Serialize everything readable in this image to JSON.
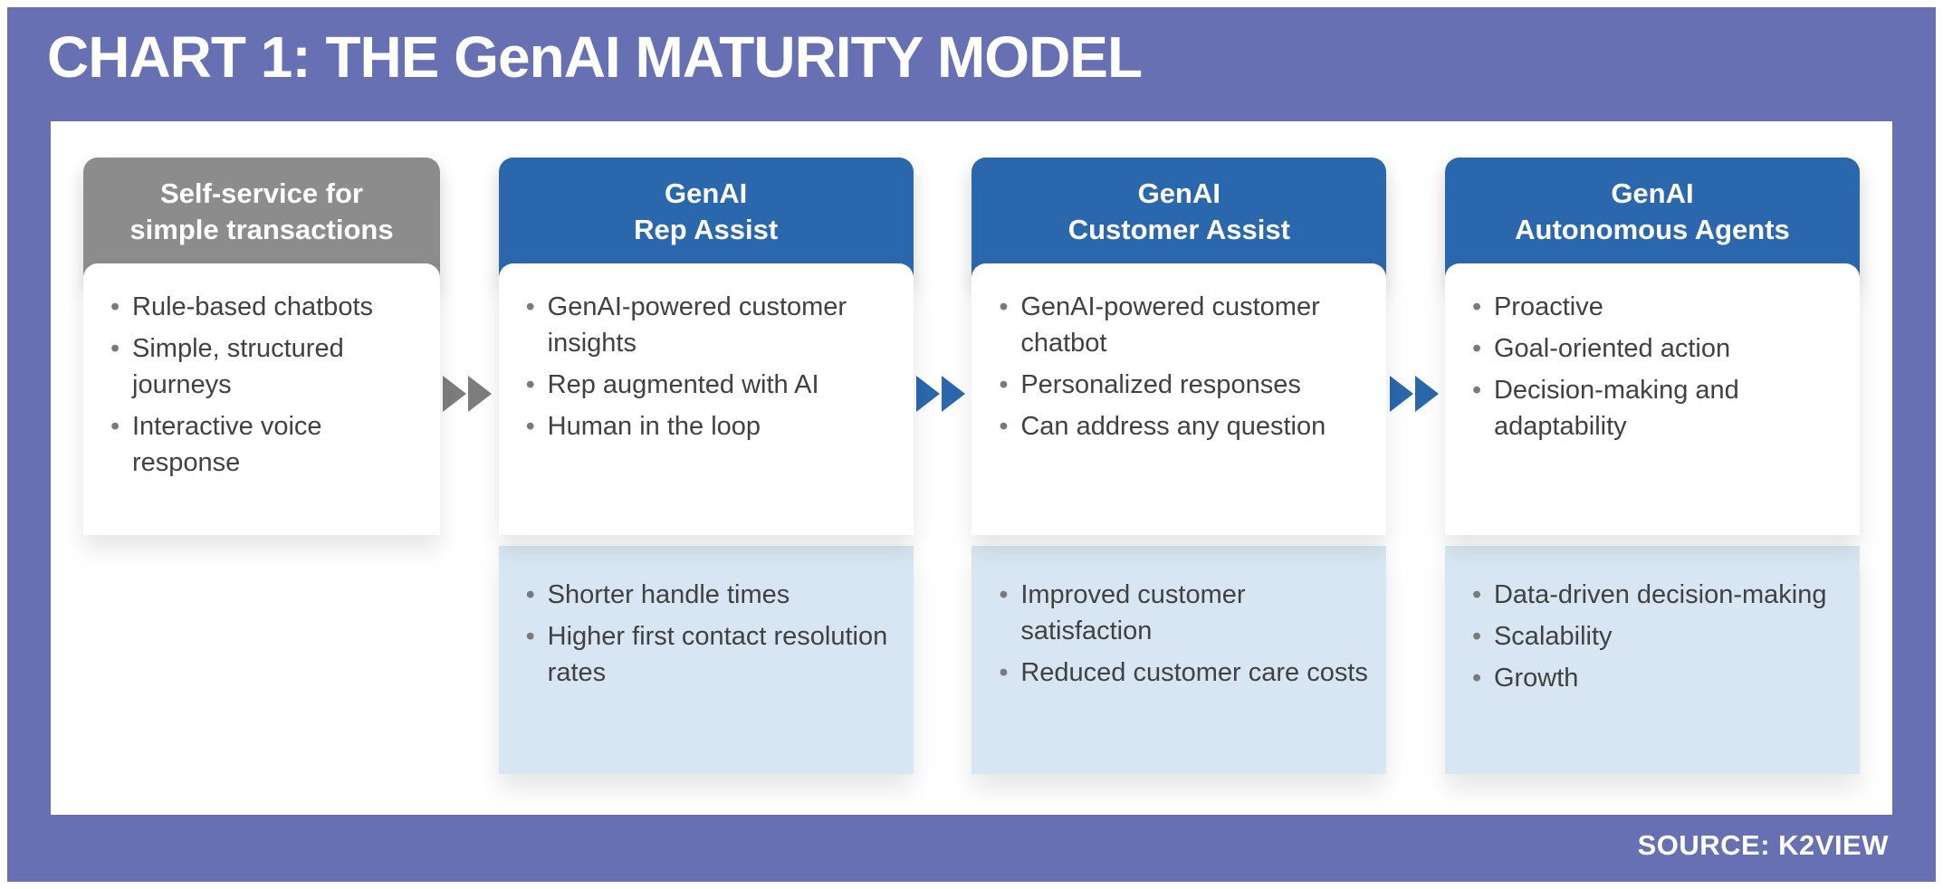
{
  "page": {
    "title": "CHART 1: THE GenAI MATURITY MODEL",
    "source": "SOURCE: K2VIEW"
  },
  "colors": {
    "background": "#6670b2",
    "panel": "#ffffff",
    "gray_header": "#8c8c8c",
    "blue_header": "#2a67ad",
    "outcome_box": "#d8e6f3",
    "bullet_text": "#414141",
    "arrow_gray": "#7d7d7d",
    "arrow_blue": "#2a67ad"
  },
  "stages": [
    {
      "title": "Self-service for\nsimple transactions",
      "header_style": "gray",
      "bullets": [
        "Rule-based chatbots",
        "Simple, structured journeys",
        "Interactive voice response"
      ],
      "outcomes": []
    },
    {
      "title": "GenAI\nRep Assist",
      "header_style": "blue",
      "bullets": [
        "GenAI-powered customer insights",
        "Rep augmented with AI",
        "Human in the loop"
      ],
      "outcomes": [
        "Shorter handle times",
        "Higher first contact resolution rates"
      ]
    },
    {
      "title": "GenAI\nCustomer Assist",
      "header_style": "blue",
      "bullets": [
        "GenAI-powered customer chatbot",
        "Personalized responses",
        "Can address any question"
      ],
      "outcomes": [
        "Improved customer satisfaction",
        "Reduced customer care costs"
      ]
    },
    {
      "title": "GenAI\nAutonomous Agents",
      "header_style": "blue",
      "bullets": [
        "Proactive",
        "Goal-oriented action",
        "Decision-making and adaptability"
      ],
      "outcomes": [
        "Data-driven decision-making",
        "Scalability",
        "Growth"
      ]
    }
  ],
  "arrows": [
    {
      "color": "#7d7d7d"
    },
    {
      "color": "#2a67ad"
    },
    {
      "color": "#2a67ad"
    }
  ]
}
